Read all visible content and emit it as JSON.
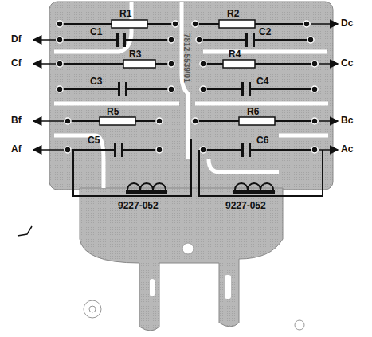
{
  "diagram": {
    "labels": [
      "R1",
      "R2",
      "Dc",
      "Df",
      "C1",
      "C2",
      "Cf",
      "R3",
      "R4",
      "Cc",
      "C3",
      "C4",
      "Bf",
      "R5",
      "R6",
      "Bc",
      "C5",
      "C6",
      "Af",
      "Ac",
      "9227-052",
      "9227-052",
      "7812-5539/01"
    ]
  }
}
